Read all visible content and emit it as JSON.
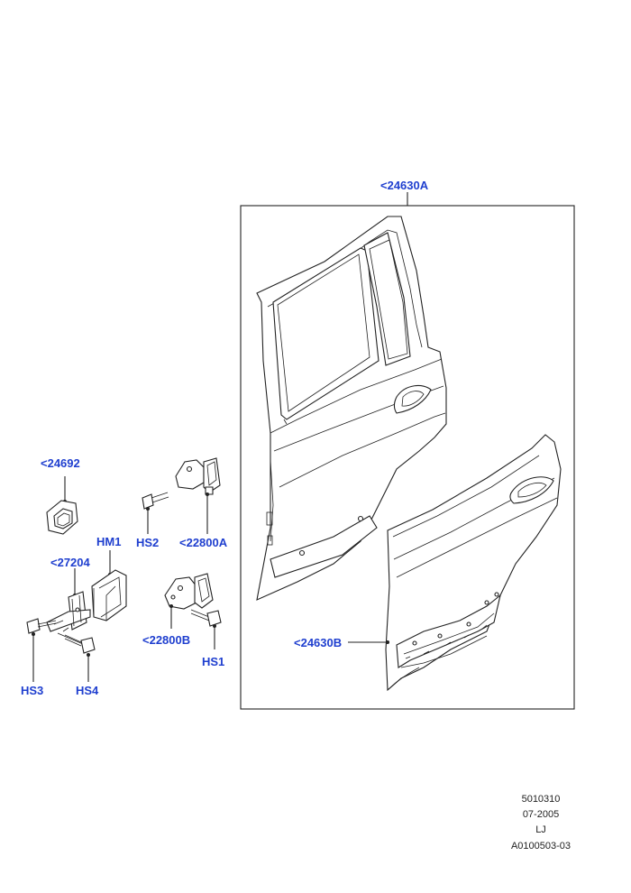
{
  "callouts": {
    "door_assembly_front": "<24630A",
    "door_assembly_rear": "<24630B",
    "door_check_rubber": "<24692",
    "check_strap": "<27204",
    "hinge_upper": "<22800A",
    "hinge_lower": "<22800B",
    "hm1": "HM1",
    "hs1": "HS1",
    "hs2": "HS2",
    "hs3": "HS3",
    "hs4": "HS4"
  },
  "metadata": {
    "line1": "5010310",
    "line2": "07-2005",
    "line3": "LJ",
    "line4": "A0100503-03"
  }
}
